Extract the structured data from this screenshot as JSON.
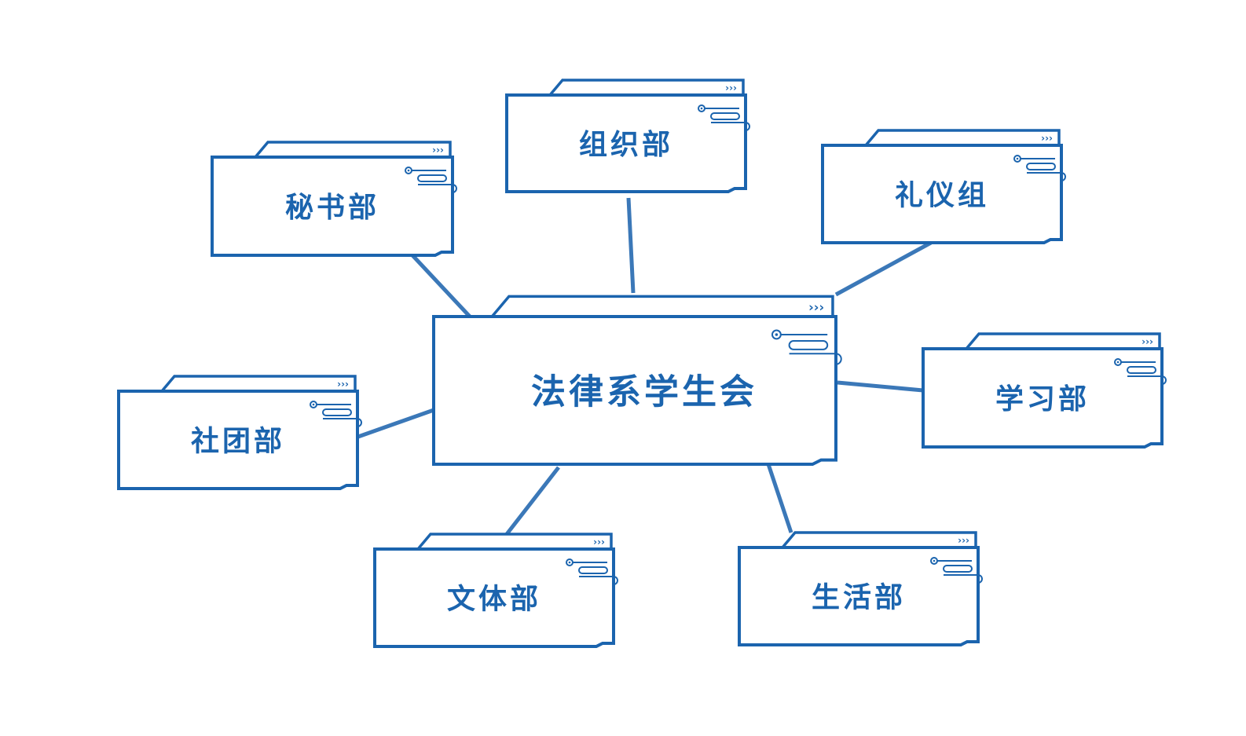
{
  "diagram": {
    "accent_color": "#1b64ae",
    "line_color": "#3b78b8",
    "center": {
      "label": "法律系学生会"
    },
    "departments": [
      {
        "key": "secretariat",
        "label": "秘书部"
      },
      {
        "key": "organization",
        "label": "组织部"
      },
      {
        "key": "etiquette",
        "label": "礼仪组"
      },
      {
        "key": "study",
        "label": "学习部"
      },
      {
        "key": "life",
        "label": "生活部"
      },
      {
        "key": "sports-culture",
        "label": "文体部"
      },
      {
        "key": "clubs",
        "label": "社团部"
      }
    ],
    "decoration_glyph": "›››"
  }
}
